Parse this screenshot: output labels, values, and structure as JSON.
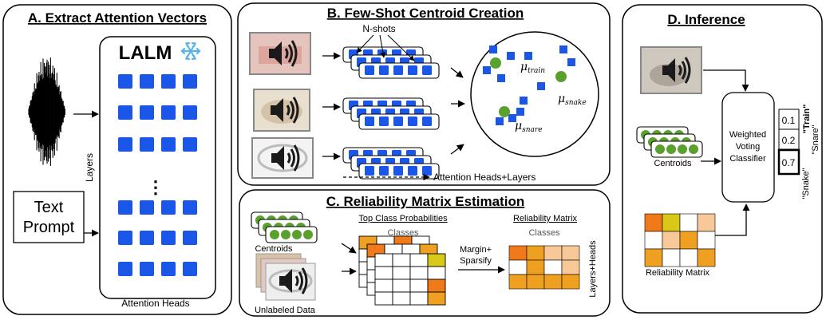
{
  "panel_a": {
    "title": "A. Extract Attention Vectors",
    "model": "LALM",
    "layers_label": "Layers",
    "heads_label": "Attention Heads",
    "prompt_line1": "Text",
    "prompt_line2": "Prompt"
  },
  "panel_b": {
    "title": "B. Few-Shot Centroid Creation",
    "nshots_label": "N-shots",
    "axis_label": "Attention Heads+Layers",
    "mu_symbol": "μ",
    "sub_train": "train",
    "sub_snake": "snake",
    "sub_snare": "snare"
  },
  "panel_c": {
    "title": "C. Reliability Matrix Estimation",
    "centroids_label": "Centroids",
    "unlabeled_label": "Unlabeled Data",
    "top_probs_label": "Top Class Probabilities",
    "classes_label": "Classes",
    "classes_label_2": "Classes",
    "margin_line1": "Margin+",
    "margin_line2": "Sparsify",
    "reliability_label": "Reliability Matrix",
    "layers_heads_label": "Layers+Heads"
  },
  "panel_d": {
    "title": "D. Inference",
    "centroids_label": "Centroids",
    "classifier_line1": "Weighted",
    "classifier_line2": "Voting",
    "classifier_line3": "Classifier",
    "reliability_label": "Reliability Matrix",
    "scores": [
      "0.1",
      "0.2",
      "0.7"
    ],
    "class_train": "\"Train\"",
    "class_snare": "\"Snare\"",
    "class_snake": "\"Snake\""
  },
  "colors": {
    "blue_square": "#1a56e8",
    "green_dot": "#5aa02c",
    "orange_dark": "#f07a1a",
    "orange": "#f0a020",
    "orange_light": "#f8c898",
    "yellow": "#d8c818",
    "snowflake": "#5ab4e8"
  },
  "icons": [
    "speaker-icon",
    "snowflake-icon",
    "waveform-icon"
  ]
}
